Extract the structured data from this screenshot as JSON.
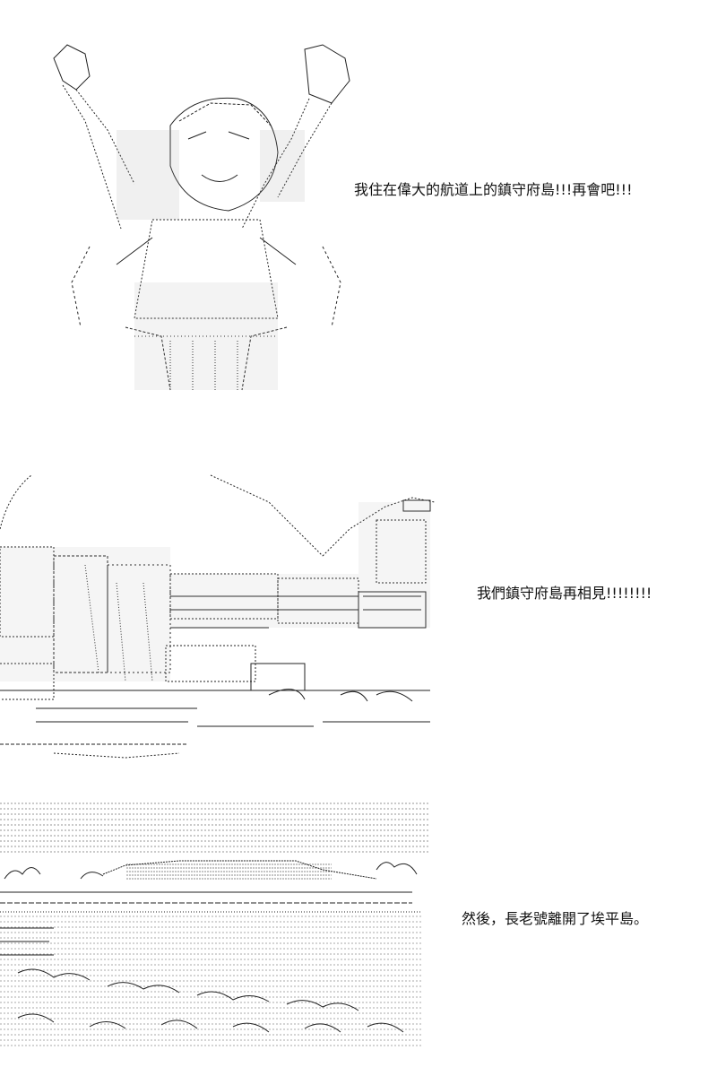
{
  "panels": [
    {
      "art": "character-waving-ascii-art",
      "caption": "我住在偉大的航道上的鎮守府島!!!再會吧!!!"
    },
    {
      "art": "island-town-ascii-art",
      "caption": "我們鎮守府島再相見!!!!!!!!"
    },
    {
      "art": "ocean-departure-ascii-art",
      "caption": "然後，長老號離開了埃平島。"
    }
  ],
  "colors": {
    "background": "#ffffff",
    "ink": "#111111"
  }
}
